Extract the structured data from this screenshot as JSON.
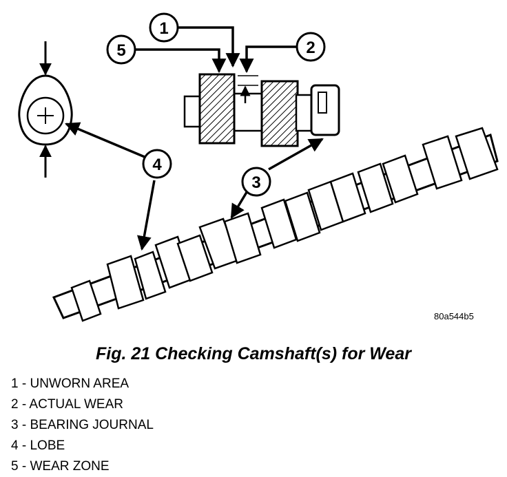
{
  "callouts": {
    "c1": "1",
    "c2": "2",
    "c3": "3",
    "c4": "4",
    "c5": "5"
  },
  "reference_code": "80a544b5",
  "caption": "Fig. 21 Checking Camshaft(s) for Wear",
  "legend": [
    {
      "number": "1",
      "label": "UNWORN AREA"
    },
    {
      "number": "2",
      "label": "ACTUAL WEAR"
    },
    {
      "number": "3",
      "label": "BEARING JOURNAL"
    },
    {
      "number": "4",
      "label": "LOBE"
    },
    {
      "number": "5",
      "label": "WEAR ZONE"
    }
  ],
  "legend_separator": " - "
}
